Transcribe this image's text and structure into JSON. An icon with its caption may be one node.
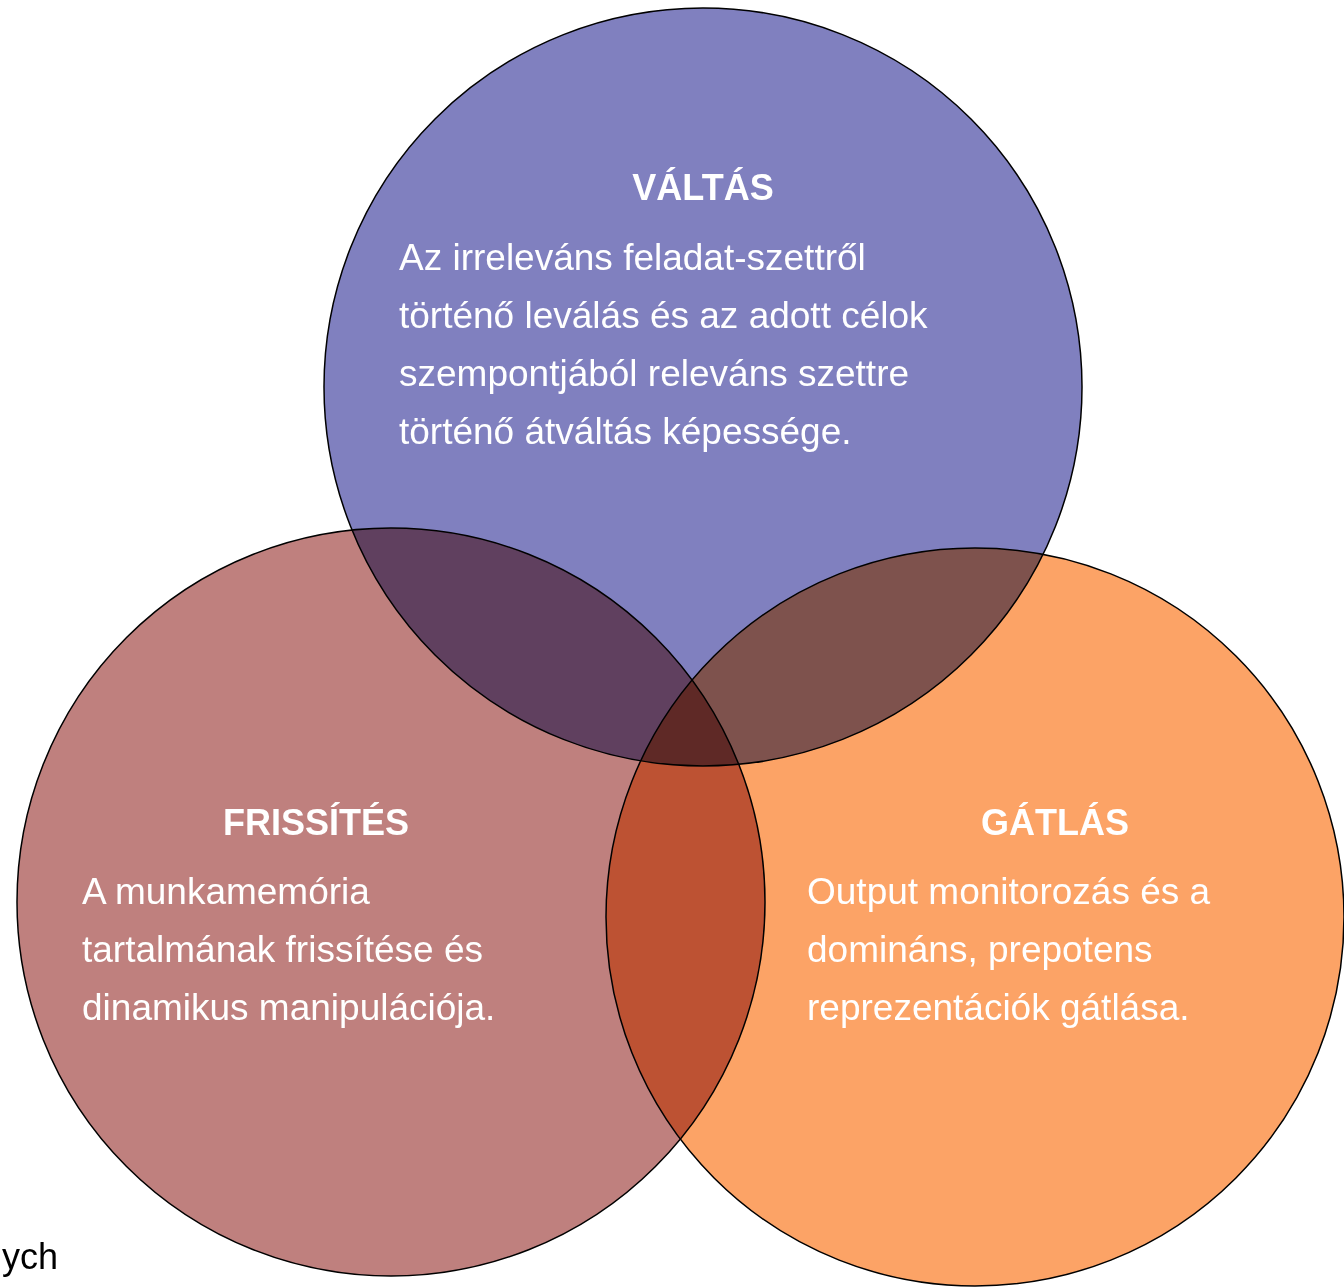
{
  "diagram": {
    "nodes": [
      {
        "text": [
          "VÁLTÁS",
          "Az irreleváns feladat-szettről történő leválás és az adott célok szempontjából releváns szettre történő átváltás képessége."
        ]
      },
      {
        "text": [
          "FRISSÍTÉS",
          "A munkamemória tartalmának frissítése és dinamikus manipulációja."
        ]
      },
      {
        "text": [
          "GÁTLÁS",
          "Output monitorozás és a domináns, prepotens reprezentációk gátlása."
        ]
      }
    ],
    "labels": [
      "ych"
    ]
  }
}
